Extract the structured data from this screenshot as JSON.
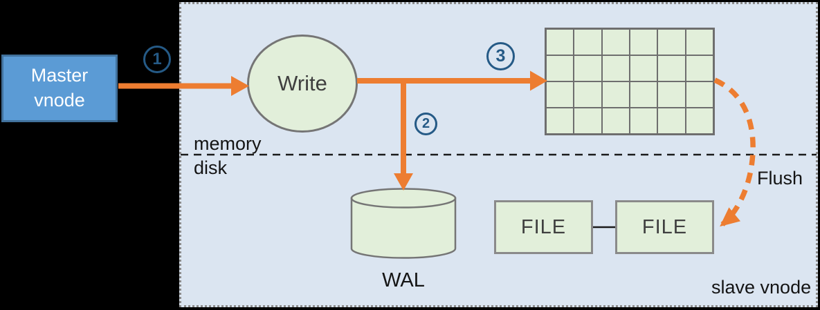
{
  "diagram": {
    "master_vnode": {
      "label": "Master\nvnode"
    },
    "slave_panel": {
      "label": "slave vnode"
    },
    "write_node": {
      "label": "Write"
    },
    "wal_node": {
      "label": "WAL"
    },
    "file_node_1": {
      "label": "FILE"
    },
    "file_node_2": {
      "label": "FILE"
    },
    "labels": {
      "memory": "memory",
      "disk": "disk",
      "flush": "Flush"
    },
    "steps": {
      "step1": "1",
      "step2": "2",
      "step3": "3"
    },
    "memory_table": {
      "rows": 4,
      "cols": 6
    },
    "colors": {
      "background": "#000000",
      "panel_fill": "#DBE5F1",
      "panel_border": "#8A8A8A",
      "master_fill": "#5B9BD5",
      "master_border": "#41719C",
      "shape_fill": "#E2EFDA",
      "shape_border": "#757575",
      "arrow_orange": "#ED7D31",
      "step_number_blue": "#255A86",
      "divider_black": "#1A1A1A"
    }
  }
}
